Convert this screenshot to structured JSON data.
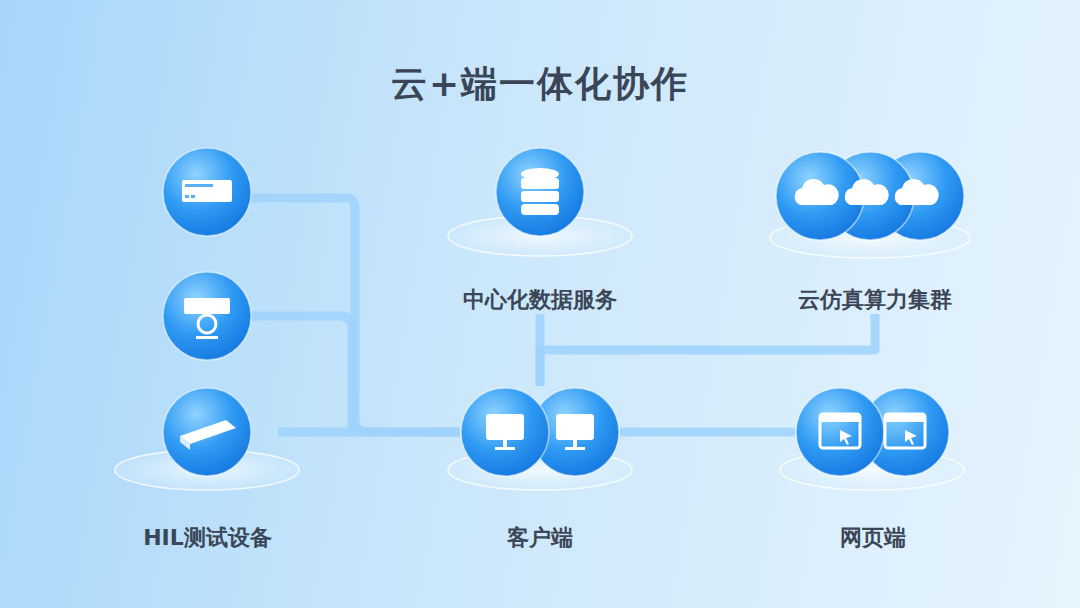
{
  "diagram": {
    "title": "云+端一体化协作",
    "nodes": [
      {
        "text": [
          "中心化数据服务"
        ]
      },
      {
        "text": [
          "云仿真算力集群"
        ]
      },
      {
        "text": [
          "HIL测试设备"
        ]
      },
      {
        "text": [
          "客户端"
        ]
      },
      {
        "text": [
          "网页端"
        ]
      }
    ],
    "edges": [
      {
        "from": 2,
        "to": 3,
        "arrow": "none"
      },
      {
        "from": 3,
        "to": 0,
        "arrow": "none"
      },
      {
        "from": 3,
        "to": 1,
        "arrow": "none"
      },
      {
        "from": 3,
        "to": 4,
        "arrow": "none"
      }
    ]
  }
}
